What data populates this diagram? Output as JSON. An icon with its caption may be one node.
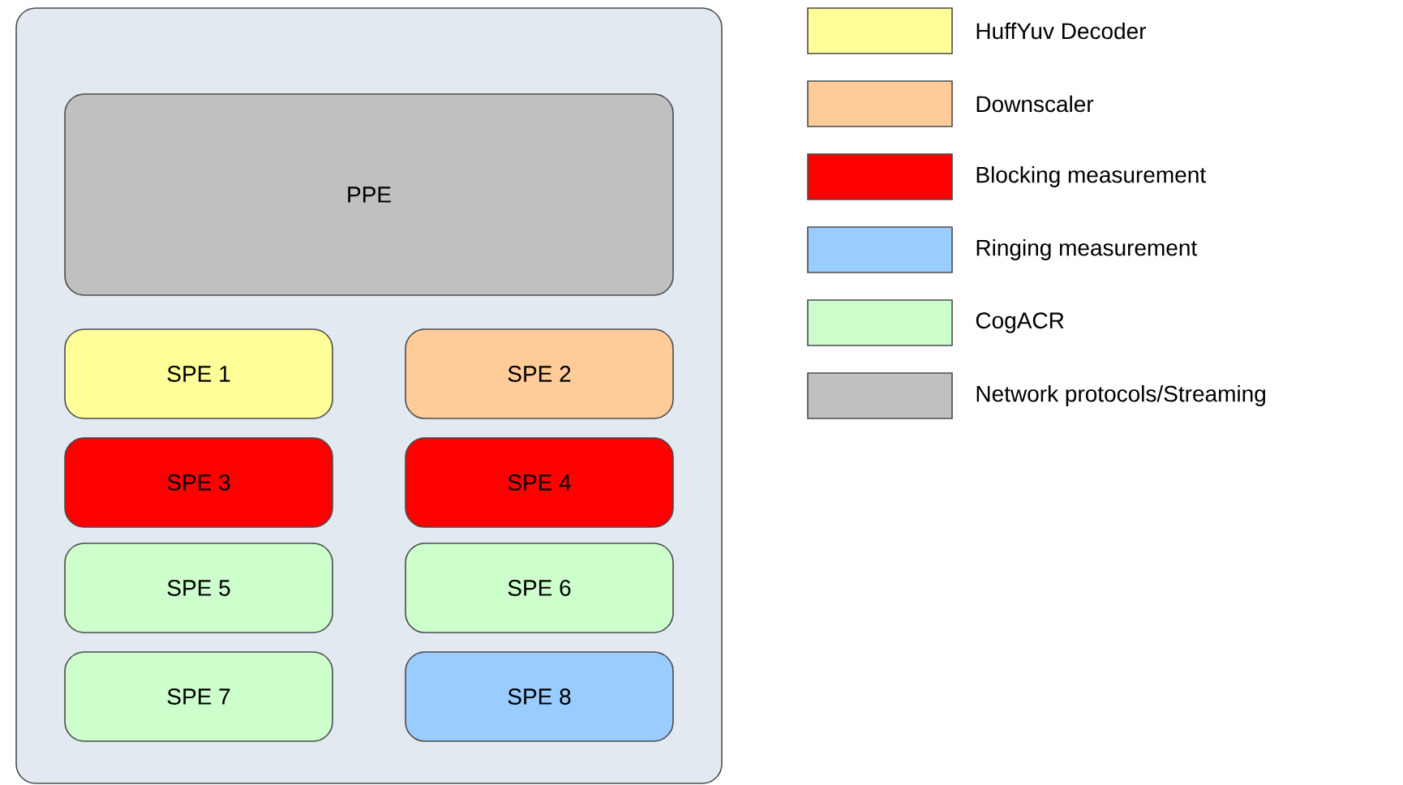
{
  "diagram": {
    "nodes": [
      {
        "text": [],
        "shape": "box"
      },
      {
        "text": [
          "PPE"
        ],
        "in": 0
      },
      {
        "text": [
          "SPE 1"
        ],
        "in": 0
      },
      {
        "text": [
          "SPE 2"
        ],
        "in": 0
      },
      {
        "text": [
          "SPE 3"
        ],
        "in": 0
      },
      {
        "text": [
          "SPE 4"
        ],
        "in": 0
      },
      {
        "text": [
          "SPE 5"
        ],
        "in": 0
      },
      {
        "text": [
          "SPE 6"
        ],
        "in": 0
      },
      {
        "text": [
          "SPE 7"
        ],
        "in": 0
      },
      {
        "text": [
          "SPE 8"
        ],
        "in": 0
      }
    ],
    "legend": [
      {
        "text": "HuffYuv Decoder",
        "color": "#ffff99"
      },
      {
        "text": "Downscaler",
        "color": "#ffcc99"
      },
      {
        "text": "Blocking measurement",
        "color": "#ff0000"
      },
      {
        "text": "Ringing measurement",
        "color": "#99ccff"
      },
      {
        "text": "CogACR",
        "color": "#ccffcc"
      },
      {
        "text": "Network protocols/Streaming",
        "color": "#c0c0c0"
      }
    ]
  }
}
